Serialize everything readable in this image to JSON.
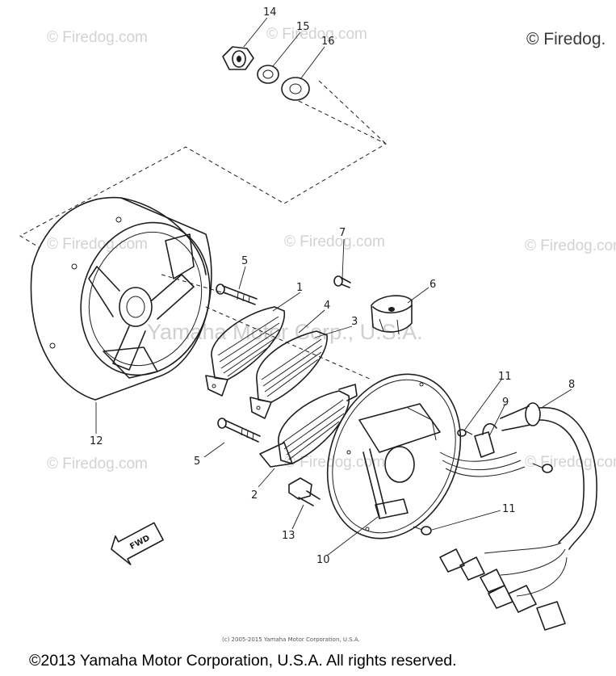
{
  "watermarks": {
    "corner": "© Firedog.",
    "tile": "© Firedog.com",
    "center": "Yamaha Motor Corp., U.S.A."
  },
  "part_numbers": {
    "p1": "1",
    "p2": "2",
    "p3": "3",
    "p4": "4",
    "p5a": "5",
    "p5b": "5",
    "p6": "6",
    "p7": "7",
    "p8": "8",
    "p9": "9",
    "p10": "10",
    "p11a": "11",
    "p11b": "11",
    "p12": "12",
    "p13": "13",
    "p14": "14",
    "p15": "15",
    "p16": "16"
  },
  "direction_label": "FWD",
  "small_copyright": "(c) 2005-2015 Yamaha Motor Corporation, U.S.A.",
  "footer_copyright": "©2013 Yamaha Motor Corporation, U.S.A. All rights reserved."
}
